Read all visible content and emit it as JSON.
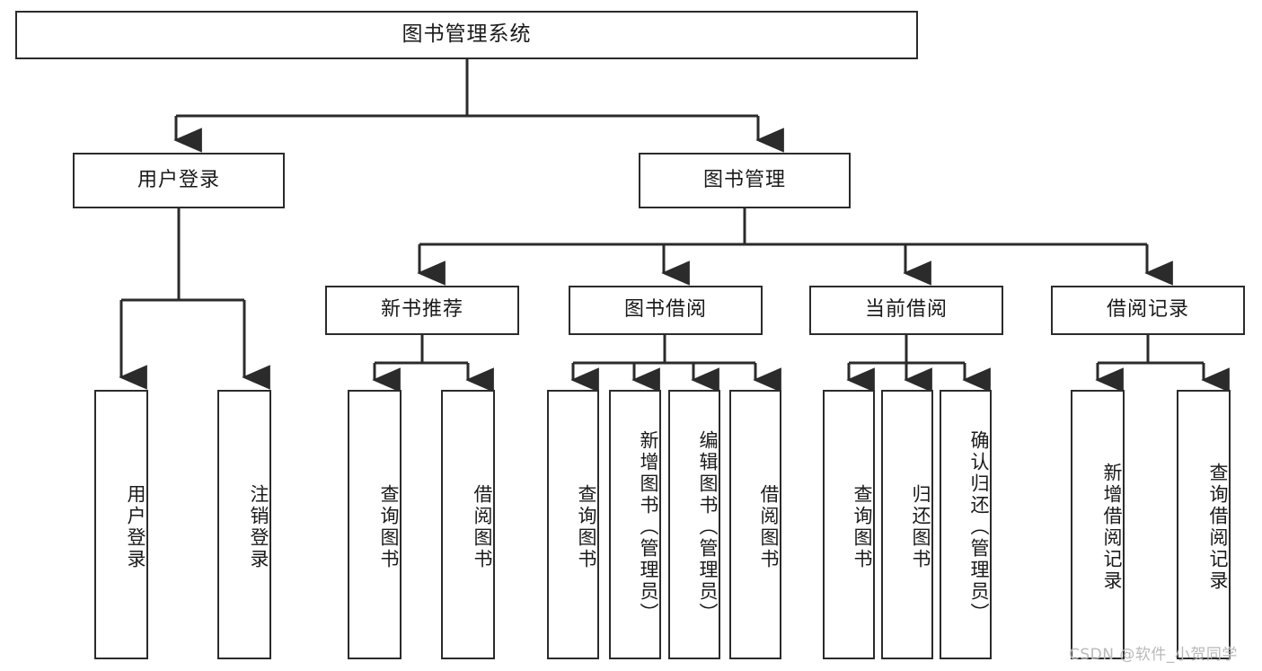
{
  "diagram": {
    "title": "图书管理系统",
    "type": "tree-hierarchy-diagram",
    "watermark": "CSDN @软件_小贺同学",
    "colors": {
      "node_border": "#2b2b2b",
      "node_fill": "#ffffff",
      "edge": "#2b2b2b",
      "text": "#1a1a1a",
      "watermark": "#b9b9b9",
      "background": "#ffffff"
    },
    "nodes": {
      "root": {
        "id": "root",
        "label": "图书管理系统",
        "level": 1,
        "orientation": "horizontal"
      },
      "l2": [
        {
          "id": "user-login",
          "label": "用户登录",
          "level": 2,
          "orientation": "horizontal"
        },
        {
          "id": "book-manage",
          "label": "图书管理",
          "level": 2,
          "orientation": "horizontal"
        }
      ],
      "l3": [
        {
          "id": "new-book-recommend",
          "label": "新书推荐",
          "level": 3,
          "orientation": "horizontal",
          "parent": "book-manage"
        },
        {
          "id": "book-borrow",
          "label": "图书借阅",
          "level": 3,
          "orientation": "horizontal",
          "parent": "book-manage"
        },
        {
          "id": "current-borrow",
          "label": "当前借阅",
          "level": 3,
          "orientation": "horizontal",
          "parent": "book-manage"
        },
        {
          "id": "borrow-record",
          "label": "借阅记录",
          "level": 3,
          "orientation": "horizontal",
          "parent": "book-manage"
        }
      ],
      "leaves": [
        {
          "id": "leaf-user-login",
          "label": "用户登录",
          "orientation": "vertical",
          "parent": "user-login"
        },
        {
          "id": "leaf-user-logout",
          "label": "注销登录",
          "orientation": "vertical",
          "parent": "user-login"
        },
        {
          "id": "leaf-query-book-1",
          "label": "查询图书",
          "orientation": "vertical",
          "parent": "new-book-recommend"
        },
        {
          "id": "leaf-borrow-book-1",
          "label": "借阅图书",
          "orientation": "vertical",
          "parent": "new-book-recommend"
        },
        {
          "id": "leaf-query-book-2",
          "label": "查询图书",
          "orientation": "vertical",
          "parent": "book-borrow"
        },
        {
          "id": "leaf-add-book",
          "label": "新增图书（管理员）",
          "orientation": "vertical",
          "parent": "book-borrow"
        },
        {
          "id": "leaf-edit-book",
          "label": "编辑图书（管理员）",
          "orientation": "vertical",
          "parent": "book-borrow"
        },
        {
          "id": "leaf-borrow-book-2",
          "label": "借阅图书",
          "orientation": "vertical",
          "parent": "book-borrow"
        },
        {
          "id": "leaf-query-book-3",
          "label": "查询图书",
          "orientation": "vertical",
          "parent": "current-borrow"
        },
        {
          "id": "leaf-return-book",
          "label": "归还图书",
          "orientation": "vertical",
          "parent": "current-borrow"
        },
        {
          "id": "leaf-confirm-return",
          "label": "确认归还（管理员）",
          "orientation": "vertical",
          "parent": "current-borrow"
        },
        {
          "id": "leaf-add-record",
          "label": "新增借阅记录",
          "orientation": "vertical",
          "parent": "borrow-record"
        },
        {
          "id": "leaf-query-record",
          "label": "查询借阅记录",
          "orientation": "vertical",
          "parent": "borrow-record"
        }
      ]
    }
  }
}
